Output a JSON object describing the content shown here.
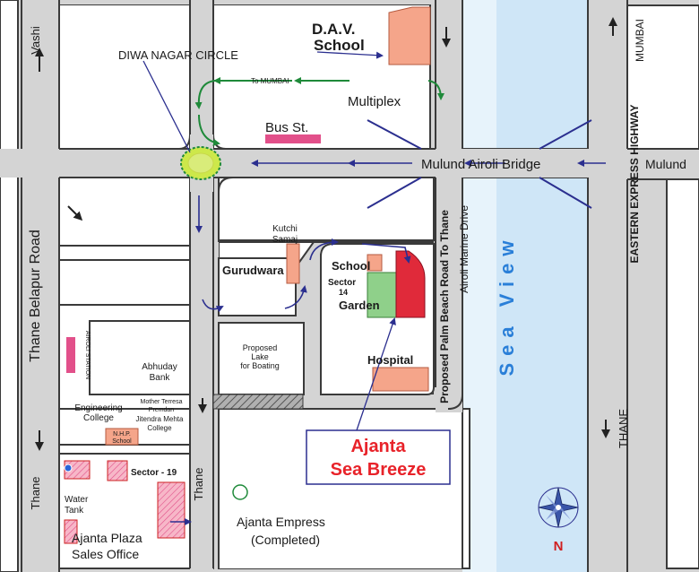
{
  "map": {
    "roads": {
      "vashi": "Vashi",
      "thane_belapur_road": "Thane Belapur Road",
      "to_mumbai": "To MUMBAI",
      "mulund_airoli_bridge": "Mulund Airoli Bridge",
      "mulund": "Mulund",
      "mumbai": "MUMBAI",
      "eastern_express_highway": "EASTERN EXPRESS HIGHWAY",
      "proposed_palm_beach_road": "Proposed Palm Beach Road To Thane",
      "airoli_marine_drive": "Airoli Marine Drive",
      "thane_bottom_left": "Thane",
      "thane_center": "Thane",
      "thane_right": "THANE"
    },
    "landmarks": {
      "dav_school_line1": "D.A.V.",
      "dav_school_line2": "School",
      "diwa_nagar_circle": "DIWA NAGAR CIRCLE",
      "multiplex": "Multiplex",
      "bus_st": "Bus St.",
      "kutchi_samaj_line1": "Kutchi",
      "kutchi_samaj_line2": "Samaj",
      "gurudwara": "Gurudwara",
      "school": "School",
      "sector14_line1": "Sector",
      "sector14_line2": "14",
      "garden": "Garden",
      "hospital": "Hospital",
      "proposed_lake_line1": "Proposed",
      "proposed_lake_line2": "Lake",
      "proposed_lake_line3": "for Boating",
      "airoli_station": "AIROLI STATION",
      "abhuday_bank_line1": "Abhuday",
      "abhuday_bank_line2": "Bank",
      "engineering_college_line1": "Engineering",
      "engineering_college_line2": "College",
      "mother_teresa_line1": "Mother Terresa",
      "mother_teresa_line2": "Premdan",
      "jitendra_mehta_line1": "Jitendra Mehta",
      "jitendra_mehta_line2": "College",
      "nhp_school_line1": "N.H.P.",
      "nhp_school_line2": "School",
      "sector19": "Sector - 19",
      "water_tank_line1": "Water",
      "water_tank_line2": "Tank",
      "ajanta_plaza_line1": "Ajanta Plaza",
      "ajanta_plaza_line2": "Sales Office",
      "ajanta_empress_line1": "Ajanta Empress",
      "ajanta_empress_line2": "(Completed)"
    },
    "sea_view": "Sea View",
    "featured": {
      "line1": "Ajanta",
      "line2": "Sea Breeze",
      "color": "#e8232a"
    },
    "compass": {
      "north": "N"
    },
    "colors": {
      "road": "#d4d4d4",
      "road_edge": "#3a3a3a",
      "sea": "#cfe6f7",
      "direction_arrow": "#2b2f8f",
      "traffic_arrow_green": "#1f8a3a",
      "building_salmon": "#f5a58a",
      "building_pink": "#ee6fa0",
      "garden": "#8fd08a",
      "plot_red": "#e02a3a"
    }
  }
}
